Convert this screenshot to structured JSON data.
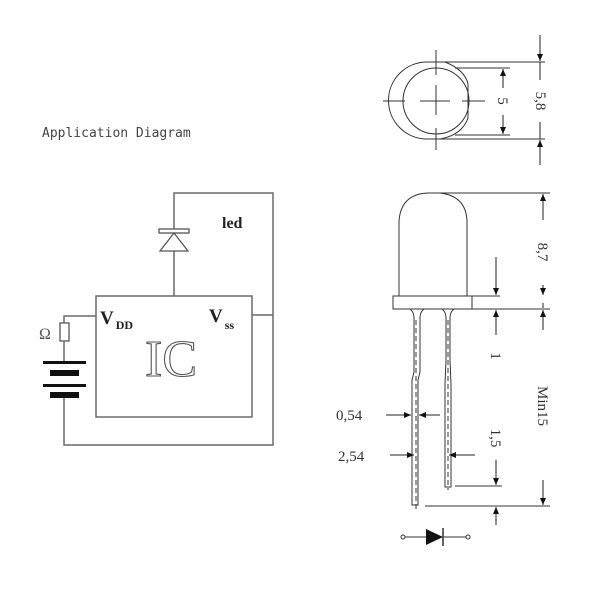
{
  "application": {
    "title": "Application Diagram",
    "led_label": "led",
    "vdd_main": "V",
    "vdd_sub": "DD",
    "vss_main": "V",
    "vss_sub": "ss",
    "ic_label": "IC",
    "resistor_symbol": "Ω"
  },
  "dimensions": {
    "top_view_inner": "5",
    "top_view_outer": "5,8",
    "body_height": "8,7",
    "flange": "1",
    "lead_length": "Min15",
    "lead_width": "0,54",
    "lead_pitch": "2,54",
    "lead_offset": "1,5"
  },
  "symbols": {
    "diode_symbol": "diode-icon"
  }
}
